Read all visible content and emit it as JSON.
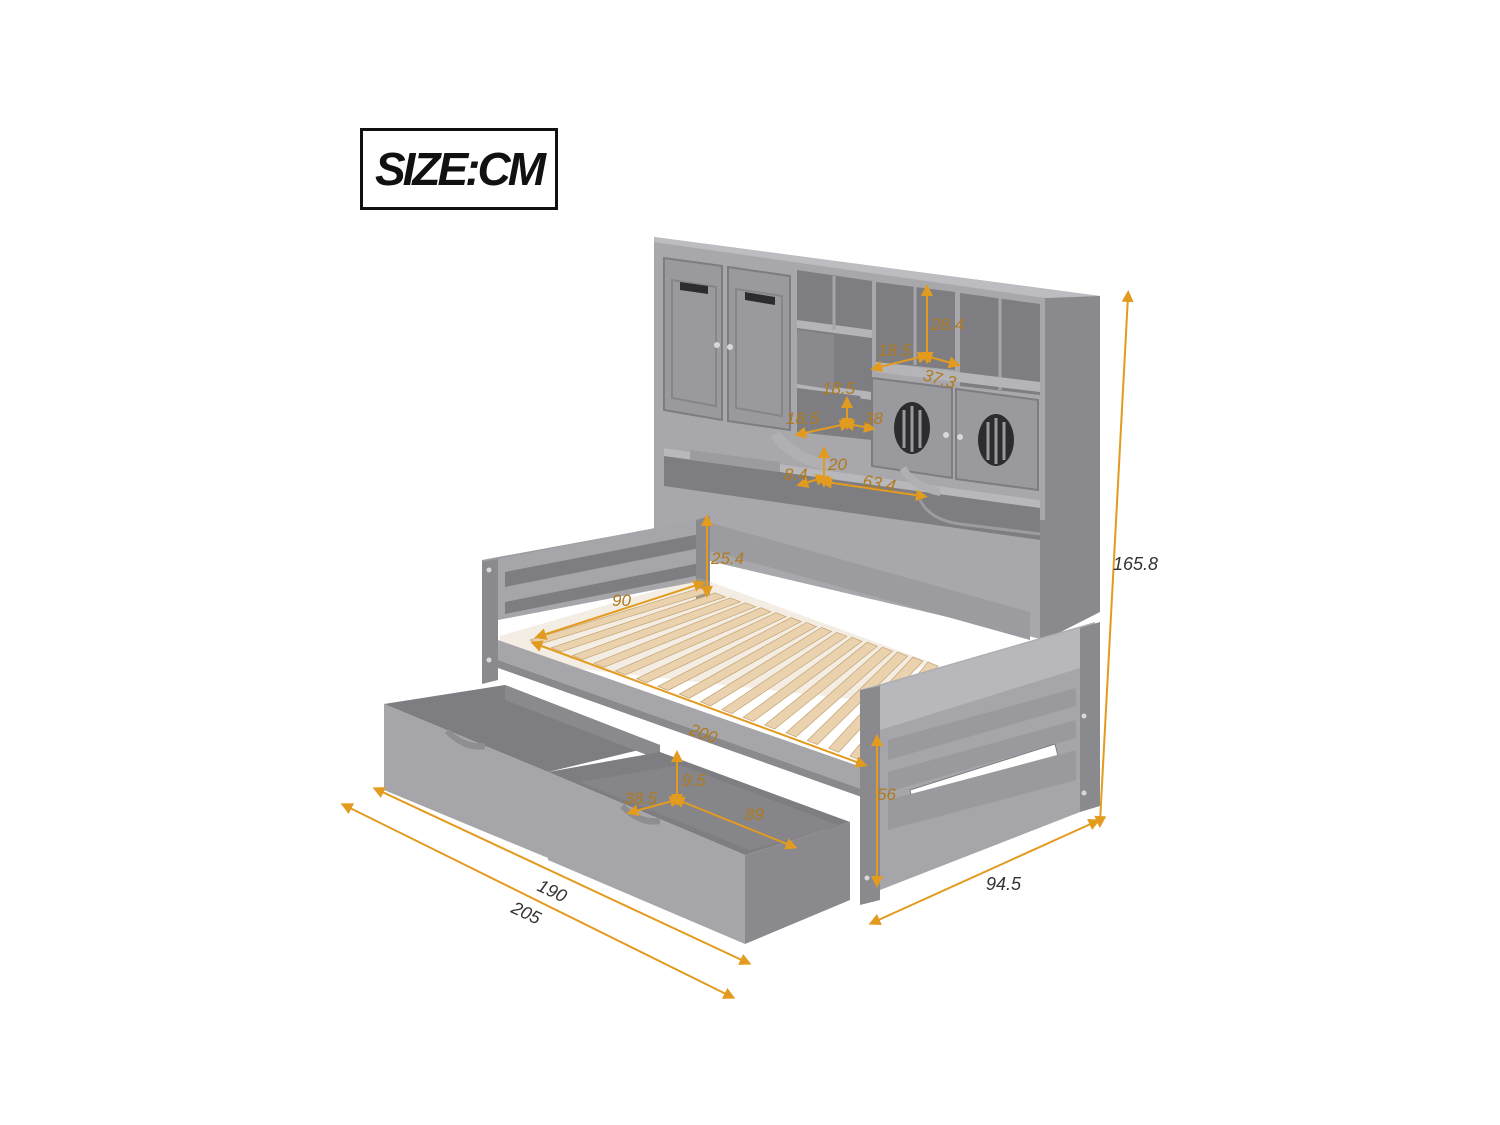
{
  "unit_label": "SIZE:CM",
  "colors": {
    "frame": "#8e8e92",
    "frame_light": "#a3a3a7",
    "frame_dark": "#747478",
    "slat": "#e9d2ad",
    "dimension_line": "#e39b1f",
    "dimension_text": "#b07a1e"
  },
  "dimensions": {
    "total_height": "165.8",
    "total_width": "94.5",
    "inner_length": "190",
    "total_length": "205",
    "mattress_width": "90",
    "mattress_length": "200",
    "guardrail_height": "25.4",
    "side_height": "56",
    "open_shelf_height": "28.4",
    "open_shelf_depth": "18.5",
    "open_shelf_width": "37.3",
    "small_shelf_height": "18.5",
    "small_shelf_depth": "18.5",
    "small_shelf_width": "38",
    "ledge_height": "20",
    "ledge_depth": "8.4",
    "ledge_width": "63.4",
    "drawer_height": "9.5",
    "drawer_width": "38.5",
    "drawer_length": "89"
  }
}
